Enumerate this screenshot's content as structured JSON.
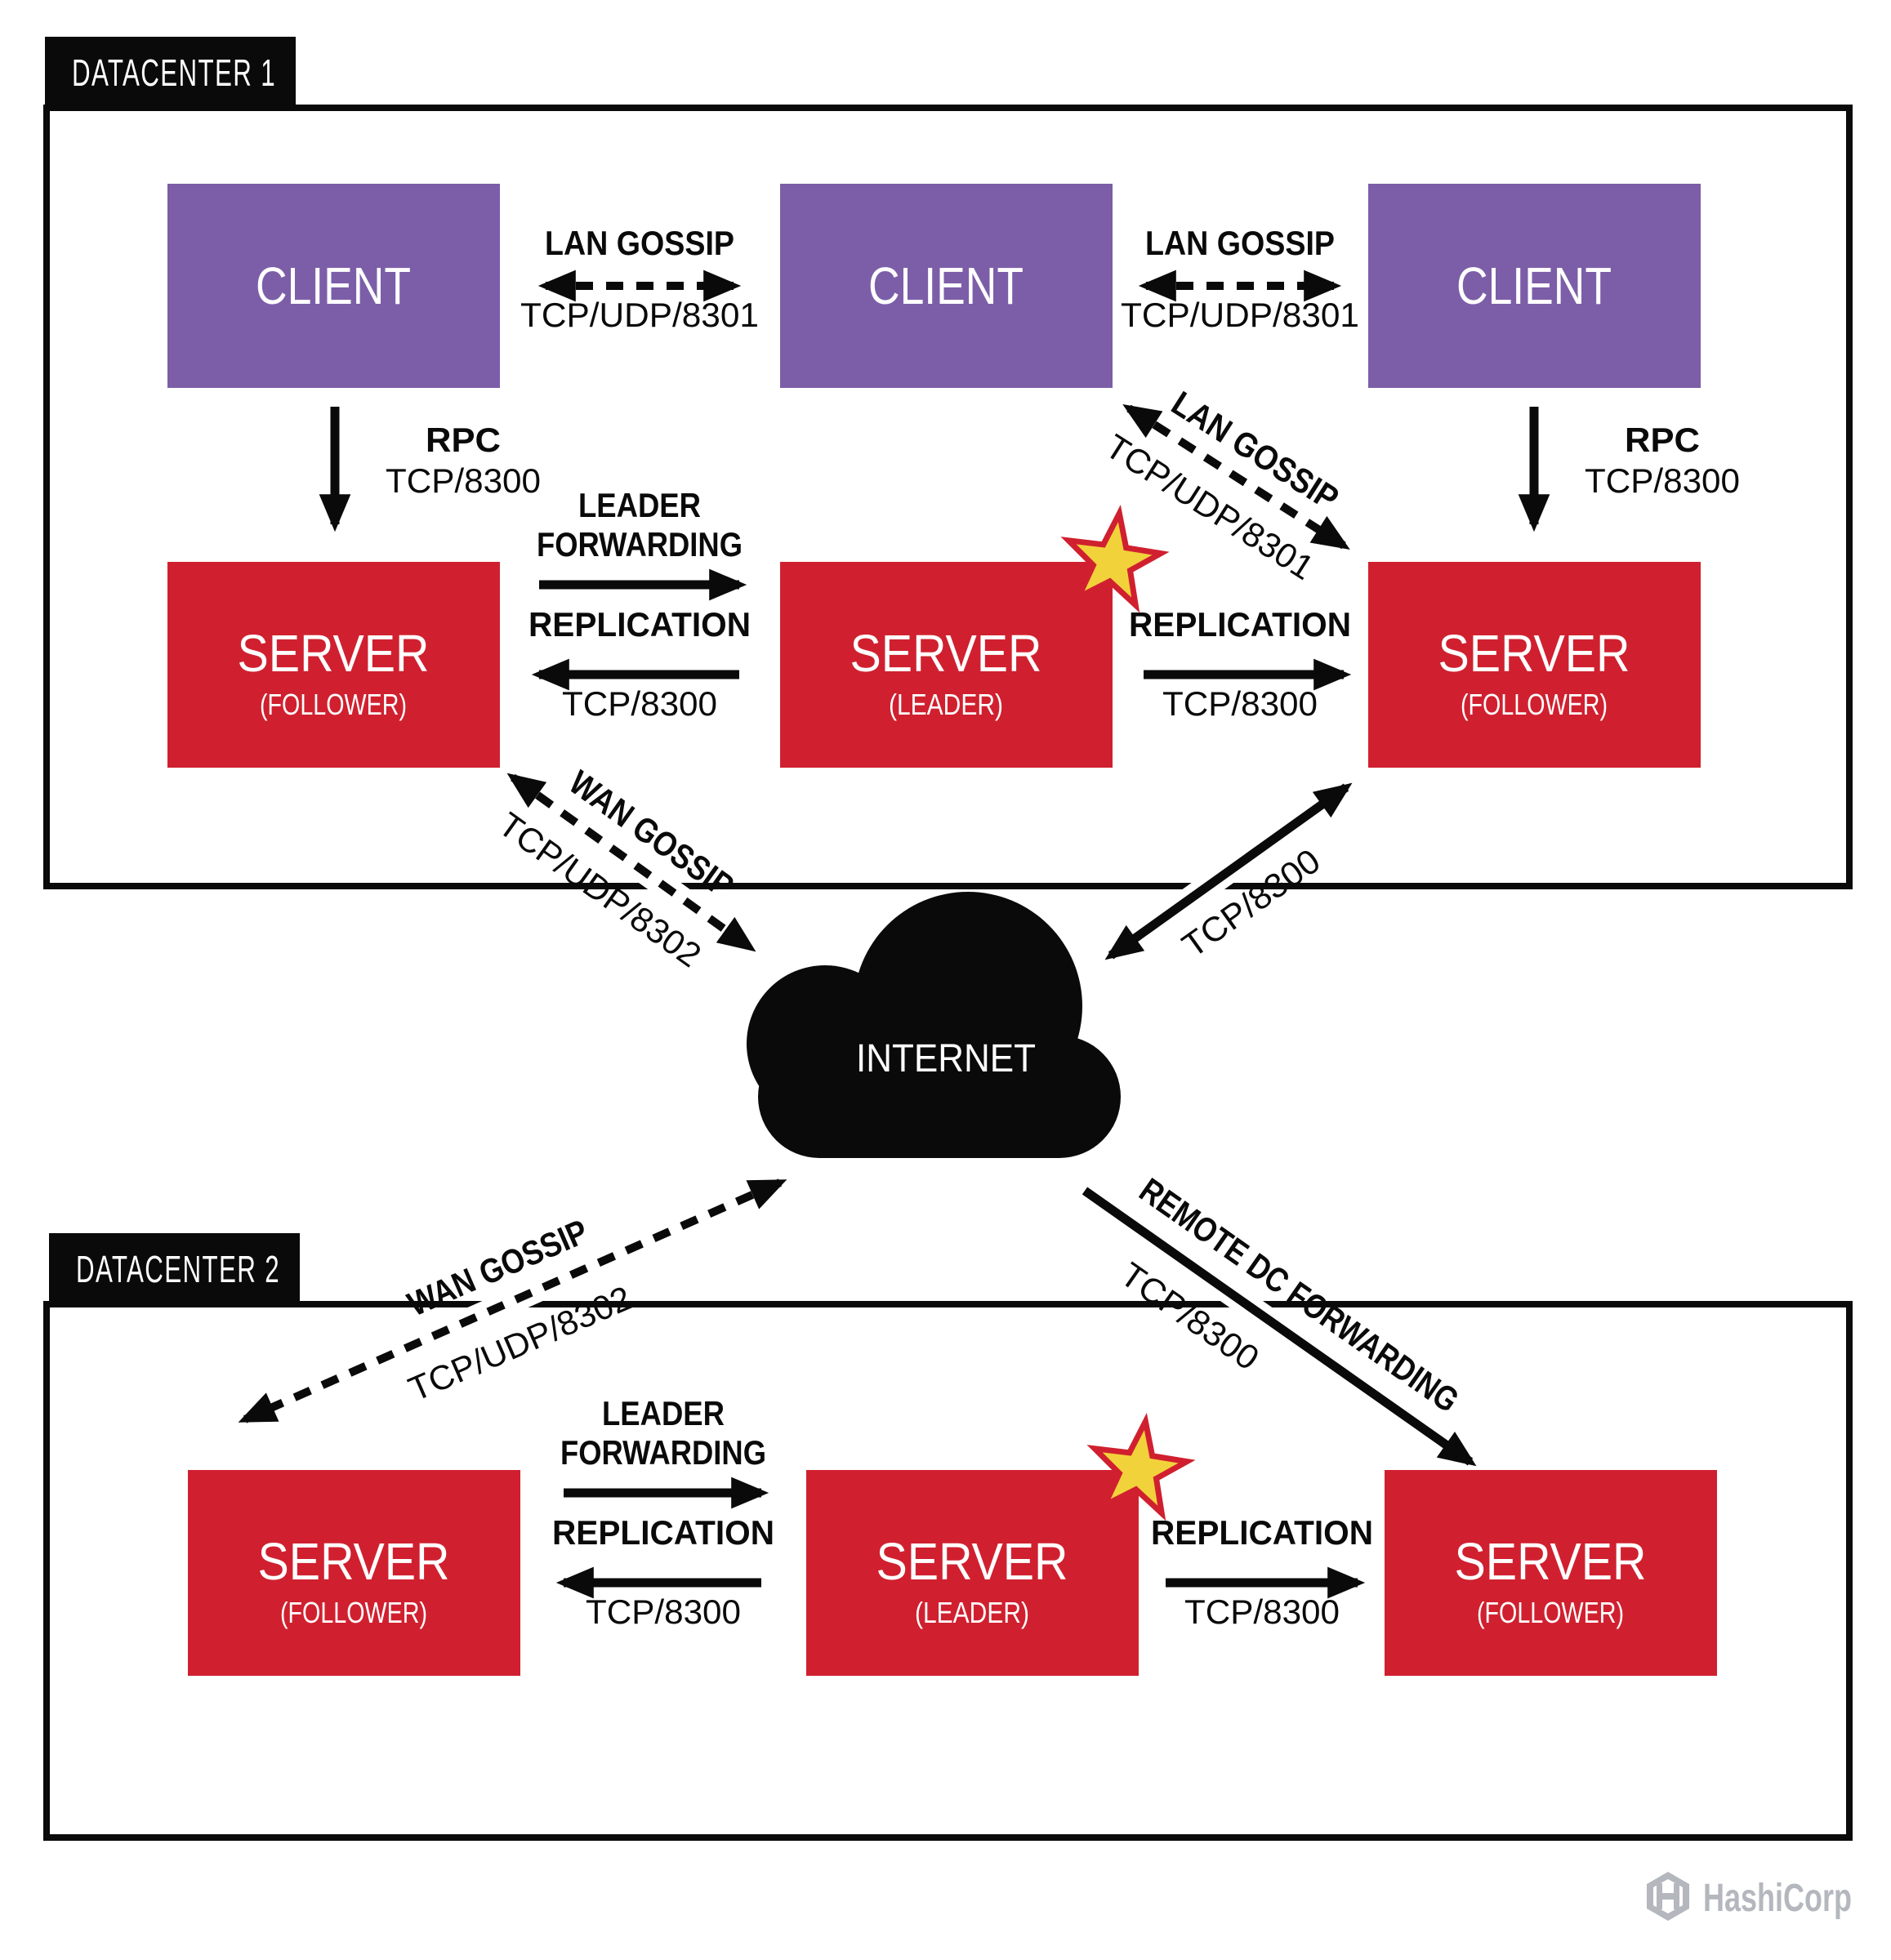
{
  "labels": {
    "datacenter1": "DATACENTER 1",
    "datacenter2": "DATACENTER 2",
    "client": "CLIENT",
    "server": "SERVER",
    "follower": "(FOLLOWER)",
    "leader": "(LEADER)",
    "internet": "INTERNET",
    "brand": "HashiCorp"
  },
  "connections": {
    "lan_gossip": {
      "label": "LAN GOSSIP",
      "port": "TCP/UDP/8301"
    },
    "wan_gossip": {
      "label": "WAN GOSSIP",
      "port": "TCP/UDP/8302"
    },
    "rpc": {
      "label": "RPC",
      "port": "TCP/8300"
    },
    "leader_forwarding": {
      "line1": "LEADER",
      "line2": "FORWARDING"
    },
    "replication": {
      "label": "REPLICATION",
      "port": "TCP/8300"
    },
    "remote_dc_forwarding": {
      "label": "REMOTE DC FORWARDING",
      "port": "TCP/8300"
    },
    "server_to_server": {
      "port": "TCP/8300"
    }
  },
  "colors": {
    "client_purple": "#7c5ea8",
    "server_red": "#d0202f",
    "star_yellow": "#f2d23b",
    "star_outline": "#d0202f",
    "ink_black": "#0a0a0a",
    "logo_gray": "#b4b7bd",
    "background": "#ffffff"
  }
}
